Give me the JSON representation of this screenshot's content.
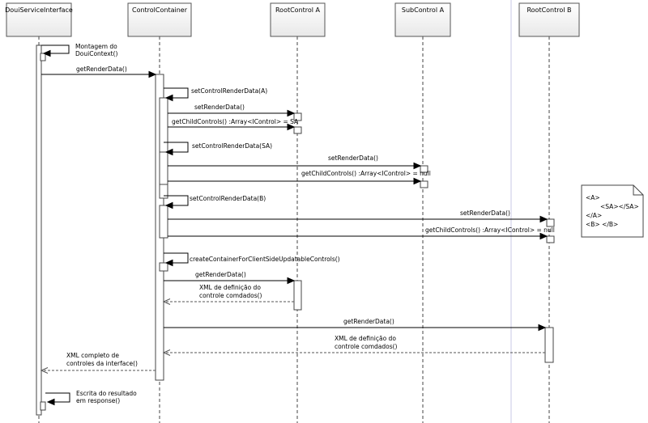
{
  "lifelines": [
    {
      "id": "dui",
      "name": "DouiServiceInterface"
    },
    {
      "id": "cc",
      "name": "ControlContainer"
    },
    {
      "id": "rca",
      "name": "RootControl A"
    },
    {
      "id": "sca",
      "name": "SubControl A"
    },
    {
      "id": "rcb",
      "name": "RootControl B"
    }
  ],
  "messages": [
    {
      "id": "m1",
      "type": "self",
      "lines": [
        "Montagem do",
        "DouiContext()"
      ]
    },
    {
      "id": "m2",
      "type": "call",
      "lines": [
        "getRenderData()"
      ]
    },
    {
      "id": "m3",
      "type": "self",
      "lines": [
        "setControlRenderData(A)"
      ]
    },
    {
      "id": "m4",
      "type": "call",
      "lines": [
        "setRenderData()"
      ]
    },
    {
      "id": "m5",
      "type": "call",
      "lines": [
        "getChildControls() :Array<IControl> = SA"
      ]
    },
    {
      "id": "m6",
      "type": "self",
      "lines": [
        "setControlRenderData(SA)"
      ]
    },
    {
      "id": "m7",
      "type": "call",
      "lines": [
        "setRenderData()"
      ]
    },
    {
      "id": "m8",
      "type": "call",
      "lines": [
        "getChildControls() :Array<IControl> = null"
      ]
    },
    {
      "id": "m9",
      "type": "self",
      "lines": [
        "setControlRenderData(B)"
      ]
    },
    {
      "id": "m10",
      "type": "call",
      "lines": [
        "setRenderData()"
      ]
    },
    {
      "id": "m11",
      "type": "call",
      "lines": [
        "getChildControls() :Array<IControl> = null"
      ]
    },
    {
      "id": "m12",
      "type": "self",
      "lines": [
        "createContainerForClientSideUpdatableControls()"
      ]
    },
    {
      "id": "m13",
      "type": "call",
      "lines": [
        "getRenderData()"
      ]
    },
    {
      "id": "m14",
      "type": "return",
      "lines": [
        "XML de definição do",
        "controle comdados()"
      ]
    },
    {
      "id": "m15",
      "type": "call",
      "lines": [
        "getRenderData()"
      ]
    },
    {
      "id": "m16",
      "type": "return",
      "lines": [
        "XML de definição do",
        "controle comdados()"
      ]
    },
    {
      "id": "m17",
      "type": "return",
      "lines": [
        "XML completo de",
        "controles da interface()"
      ]
    },
    {
      "id": "m18",
      "type": "self",
      "lines": [
        "Escrita do resultado",
        "em response()"
      ]
    }
  ],
  "note": {
    "lines": [
      "<A>",
      "<SA></SA>",
      "</A>",
      "<B> </B>"
    ]
  }
}
